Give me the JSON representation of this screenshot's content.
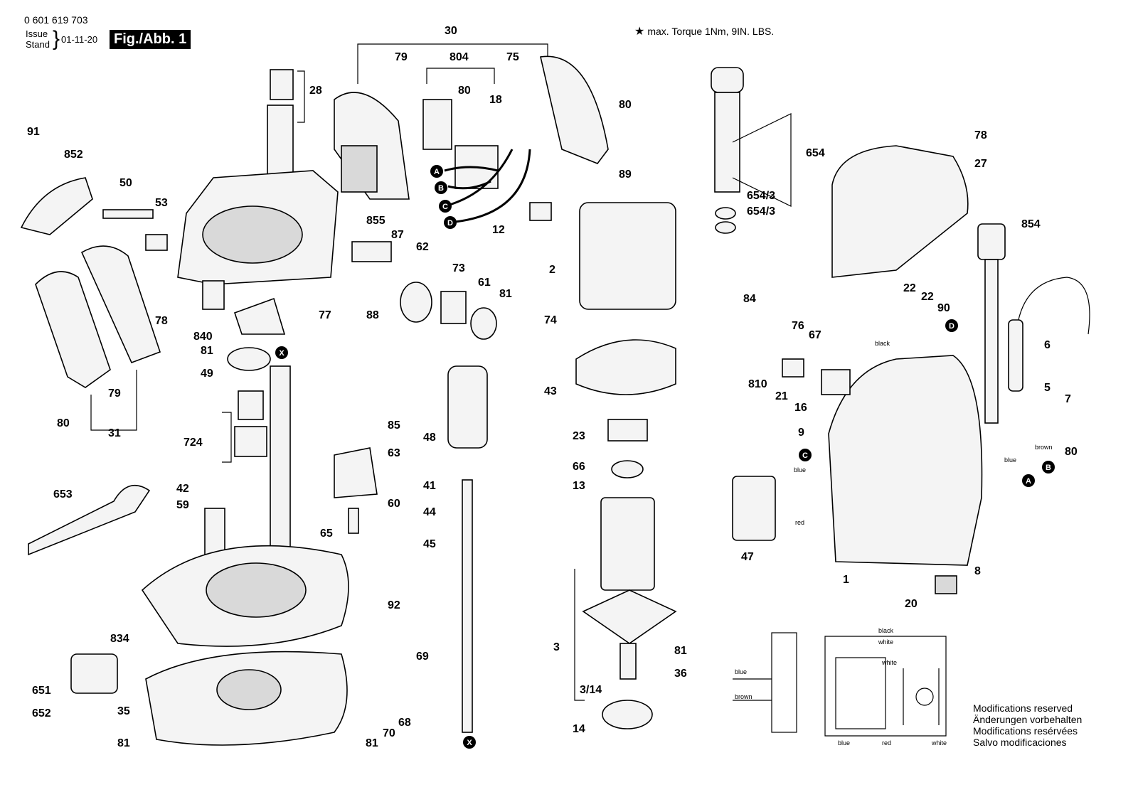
{
  "header": {
    "doc_number": "0 601 619 703",
    "issue_label_1": "Issue",
    "issue_label_2": "Stand",
    "issue_date": "01-11-20",
    "figure_label": "Fig./Abb. 1",
    "torque_note": "max. Torque 1Nm,  9IN. LBS."
  },
  "callouts": {
    "c30": "30",
    "c79a": "79",
    "c804": "804",
    "c75": "75",
    "c80a": "80",
    "c18": "18",
    "c28": "28",
    "c91": "91",
    "c852": "852",
    "c50": "50",
    "c53": "53",
    "c78a": "78",
    "c840": "840",
    "c81a": "81",
    "c49": "49",
    "c79b": "79",
    "c80b": "80",
    "c31": "31",
    "c724": "724",
    "c653": "653",
    "c42": "42",
    "c59": "59",
    "c77": "77",
    "c855": "855",
    "c87": "87",
    "c62": "62",
    "c73": "73",
    "c61": "61",
    "c81b": "81",
    "c88": "88",
    "c80c": "80",
    "c12": "12",
    "c89": "89",
    "c2": "2",
    "c74": "74",
    "c43": "43",
    "c23": "23",
    "c66": "66",
    "c13": "13",
    "c3": "3",
    "c314": "3/14",
    "c14": "14",
    "c81c": "81",
    "c36": "36",
    "c48": "48",
    "c41": "41",
    "c44": "44",
    "c45": "45",
    "c85": "85",
    "c63": "63",
    "c60": "60",
    "c65": "65",
    "c92": "92",
    "c834": "834",
    "c651": "651",
    "c652": "652",
    "c35": "35",
    "c81d": "81",
    "c69": "69",
    "c70": "70",
    "c68": "68",
    "c81e": "81",
    "c654": "654",
    "c6543a": "654/3",
    "c6543b": "654/3",
    "c78b": "78",
    "c27": "27",
    "c854": "854",
    "c84": "84",
    "c76": "76",
    "c67": "67",
    "c22a": "22",
    "c22b": "22",
    "c90": "90",
    "c810": "810",
    "c21": "21",
    "c16": "16",
    "c9": "9",
    "c6": "6",
    "c5": "5",
    "c7": "7",
    "c80d": "80",
    "c47": "47",
    "c1": "1",
    "c20": "20",
    "c8": "8"
  },
  "connectors": {
    "a": "A",
    "b": "B",
    "c": "C",
    "d": "D",
    "x": "X"
  },
  "wire_labels": {
    "black": "black",
    "blue": "blue",
    "brown": "brown",
    "red": "red",
    "white": "white"
  },
  "modifications": [
    "Modifications reserved",
    "Änderungen vorbehalten",
    "Modifications resérvées",
    "Salvo modificaciones"
  ]
}
